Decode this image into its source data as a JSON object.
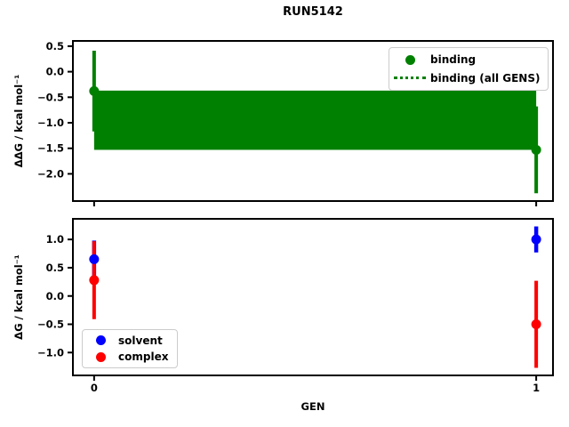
{
  "chart_data": [
    {
      "type": "scatter",
      "panel": "top",
      "title": "RUN5142",
      "xlabel": "",
      "ylabel": "ΔΔG / kcal mol⁻¹",
      "xlim": [
        -0.05,
        1.04
      ],
      "ylim": [
        -2.55,
        0.62
      ],
      "grid": false,
      "yticks": [
        0.5,
        0.0,
        -0.5,
        -1.0,
        -1.5,
        -2.0
      ],
      "xticks": [
        {
          "value": 0,
          "label": ""
        },
        {
          "value": 1,
          "label": ""
        }
      ],
      "series": [
        {
          "name": "binding",
          "color": "#008000",
          "marker": "circle",
          "points": [
            {
              "x": 0,
              "y": -0.38,
              "err": 0.79
            },
            {
              "x": 1,
              "y": -1.53,
              "err": 0.85
            }
          ]
        }
      ],
      "band": {
        "name": "binding (all GENS)",
        "color": "#008000",
        "x_from": 0,
        "x_to": 1,
        "y_top": -0.37,
        "y_bottom": -1.53
      },
      "legend": {
        "position": "upper right",
        "items": [
          {
            "label": "binding",
            "marker": "dot",
            "color": "#008000"
          },
          {
            "label": "binding (all GENS)",
            "marker": "dotted-line",
            "color": "#008000"
          }
        ]
      }
    },
    {
      "type": "scatter",
      "panel": "bottom",
      "title": "",
      "xlabel": "GEN",
      "ylabel": "ΔG / kcal mol⁻¹",
      "xlim": [
        -0.05,
        1.04
      ],
      "ylim": [
        -1.42,
        1.38
      ],
      "grid": false,
      "yticks": [
        1.0,
        0.5,
        0.0,
        -0.5,
        -1.0
      ],
      "xticks": [
        {
          "value": 0,
          "label": "0"
        },
        {
          "value": 1,
          "label": "1"
        }
      ],
      "series": [
        {
          "name": "solvent",
          "color": "#0000ff",
          "marker": "circle",
          "points": [
            {
              "x": 0,
              "y": 0.65,
              "err": 0.33
            },
            {
              "x": 1,
              "y": 1.0,
              "err": 0.23
            }
          ]
        },
        {
          "name": "complex",
          "color": "#ff0000",
          "marker": "circle",
          "points": [
            {
              "x": 0,
              "y": 0.28,
              "err": 0.69
            },
            {
              "x": 1,
              "y": -0.5,
              "err": 0.77
            }
          ]
        }
      ],
      "legend": {
        "position": "lower left",
        "items": [
          {
            "label": "solvent",
            "marker": "dot",
            "color": "#0000ff"
          },
          {
            "label": "complex",
            "marker": "dot",
            "color": "#ff0000"
          }
        ]
      }
    }
  ]
}
